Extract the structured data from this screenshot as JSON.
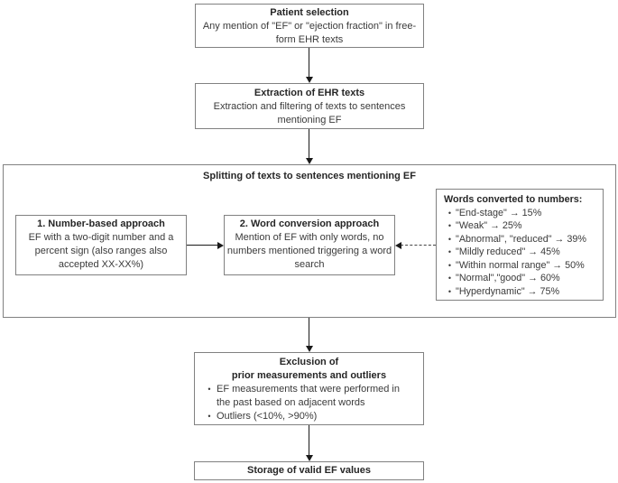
{
  "diagram": {
    "patient_selection": {
      "title": "Patient selection",
      "body": "Any mention of \"EF\" or \"ejection fraction\" in free-form EHR texts"
    },
    "extraction": {
      "title": "Extraction of EHR texts",
      "body": "Extraction and filtering of texts to sentences mentioning EF"
    },
    "splitting": {
      "title": "Splitting of texts to sentences mentioning EF",
      "number_approach": {
        "title": "1. Number-based approach",
        "body": "EF with a two-digit number and a percent sign (also ranges also accepted XX-XX%)"
      },
      "word_approach": {
        "title": "2. Word conversion approach",
        "body": "Mention of EF with only words, no numbers mentioned triggering a word search"
      },
      "word_map": {
        "title": "Words converted to numbers:",
        "items": [
          "\"End-stage\" → 15%",
          "\"Weak\" → 25%",
          "\"Abnormal\", \"reduced\" → 39%",
          "\"Mildly reduced\" → 45%",
          "\"Within normal range\" → 50%",
          "\"Normal\",\"good\" → 60%",
          "\"Hyperdynamic\" → 75%"
        ]
      }
    },
    "exclusion": {
      "title_line1": "Exclusion of",
      "title_line2": "prior measurements and outliers",
      "items": [
        "EF measurements that were performed in the past based on adjacent words",
        "Outliers (<10%, >90%)"
      ]
    },
    "storage": {
      "title": "Storage of valid EF values"
    }
  },
  "ui": {
    "bullet": "•"
  },
  "colors": {
    "background": "#ffffff",
    "box_border": "#818181",
    "heading_text": "#262626",
    "body_text": "#3a3a3a",
    "arrow": "#1a1a1a"
  }
}
